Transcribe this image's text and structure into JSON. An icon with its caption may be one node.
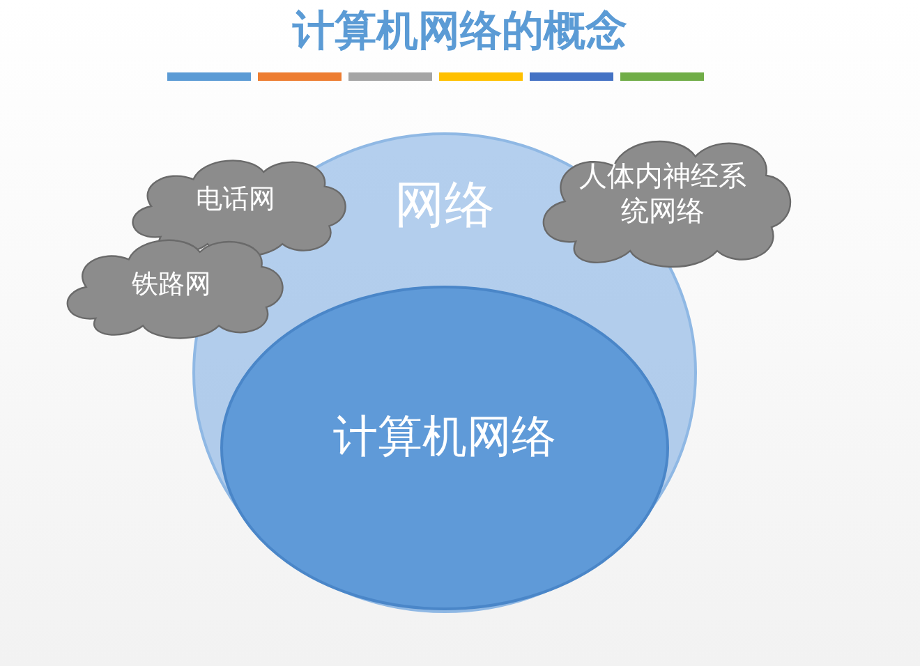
{
  "diagram": {
    "title": "计算机网络的概念",
    "nodes": [
      {
        "text": [
          "网络"
        ]
      },
      {
        "text": [
          "计算机网络"
        ],
        "in": 0
      },
      {
        "text": [
          "电话网"
        ]
      },
      {
        "text": [
          "铁路网"
        ]
      },
      {
        "text": [
          "人体内神经系统网络"
        ]
      }
    ]
  }
}
